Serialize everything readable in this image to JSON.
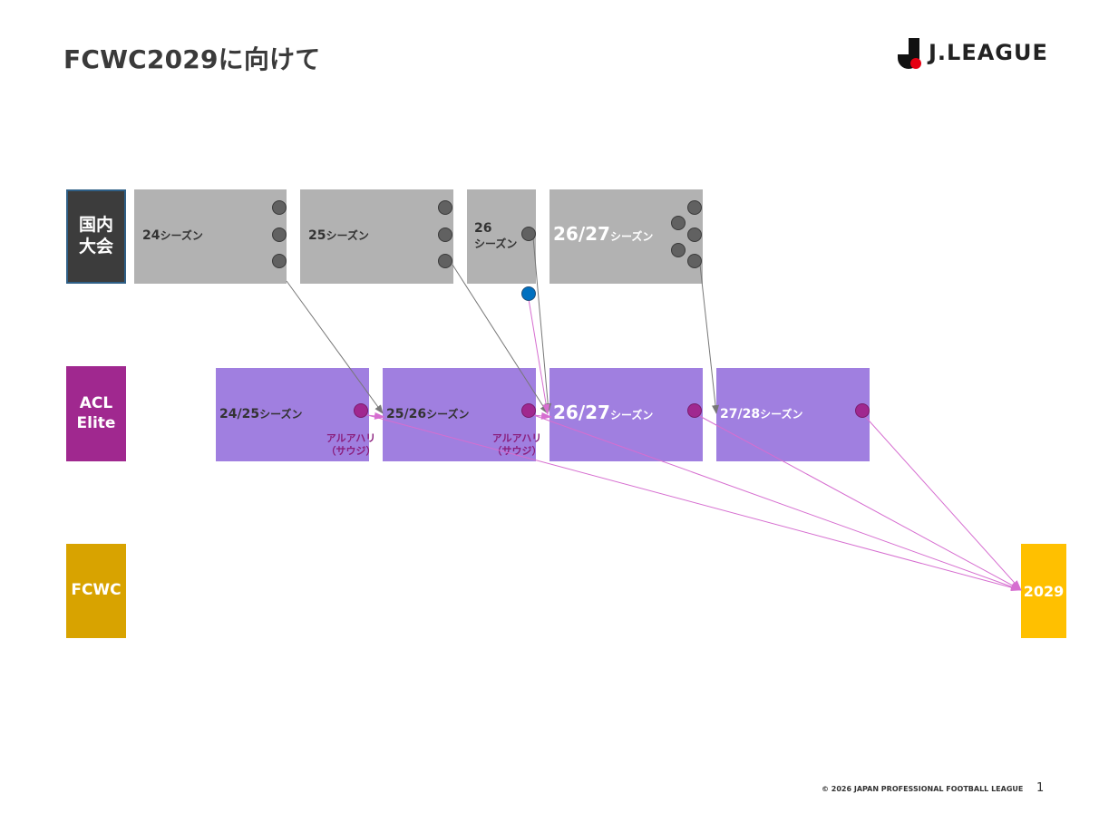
{
  "title": "FCWC2029に向けて",
  "logo": {
    "text": "J.LEAGUE"
  },
  "rows": {
    "domestic": {
      "line1": "国内",
      "line2": "大会"
    },
    "acl": {
      "line1": "ACL",
      "line2": "Elite"
    },
    "fcwc": {
      "label": "FCWC"
    }
  },
  "domestic_seasons": [
    {
      "num": "24",
      "suffix": "シーズン"
    },
    {
      "num": "25",
      "suffix": "シーズン"
    },
    {
      "num": "26",
      "suffix": "シーズン"
    },
    {
      "num": "26/27",
      "suffix": "シーズン"
    }
  ],
  "acl_seasons": [
    {
      "num": "24/25",
      "suffix": "シーズン"
    },
    {
      "num": "25/26",
      "suffix": "シーズン"
    },
    {
      "num": "26/27",
      "suffix": "シーズン"
    },
    {
      "num": "27/28",
      "suffix": "シーズン"
    }
  ],
  "acl_notes": [
    {
      "line1": "アルアハリ",
      "line2": "（サウジ）"
    },
    {
      "line1": "アルアハリ",
      "line2": "（サウジ）"
    }
  ],
  "fcwc_target": "2029",
  "colors": {
    "domestic_box": "#b2b2b2",
    "acl_box": "#a07fe0",
    "fcwc_box": "#ffc000",
    "team_dot": "#616161",
    "acl_dot": "#a0288f",
    "blue_dot": "#0070c0",
    "arrow_pink": "#d66ed0",
    "arrow_gray": "#777777"
  },
  "footer": "© 2026 JAPAN PROFESSIONAL FOOTBALL LEAGUE",
  "page_number": "1"
}
